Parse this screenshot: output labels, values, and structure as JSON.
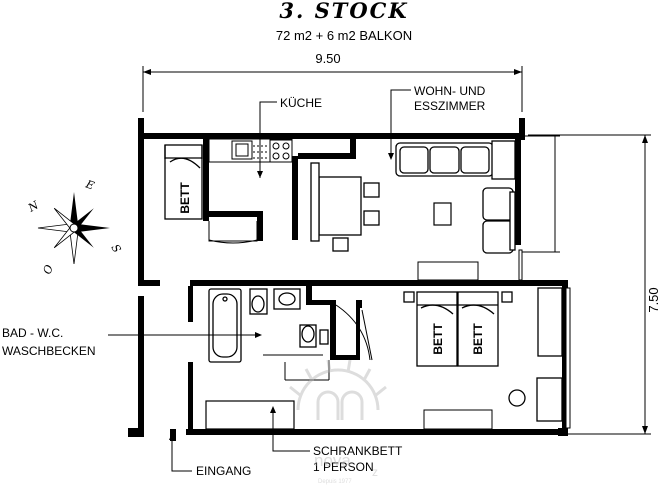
{
  "title": "3. STOCK",
  "subtitle": "72 m2 + 6 m2 BALKON",
  "dimensions": {
    "width": "9.50",
    "depth": "7.50"
  },
  "rooms": {
    "kitchen": "KÜCHE",
    "living_line1": "WOHN- UND",
    "living_line2": "ESSZIMMER",
    "bath_line1": "BAD - W.C.",
    "bath_line2": "WASCHBECKEN",
    "entrance": "EINGANG",
    "murphy_line1": "SCHRANKBETT",
    "murphy_line2": "1 PERSON"
  },
  "beds": [
    "BETT",
    "BETT",
    "BETT"
  ],
  "compass": {
    "n": "N",
    "e": "E",
    "s": "S",
    "o": "O"
  },
  "watermark": {
    "brand": "nova",
    "suffix": "z",
    "since": "Depuis 1977"
  },
  "colors": {
    "ink": "#000000",
    "paper": "#ffffff",
    "watermark": "#b4b4b4"
  }
}
